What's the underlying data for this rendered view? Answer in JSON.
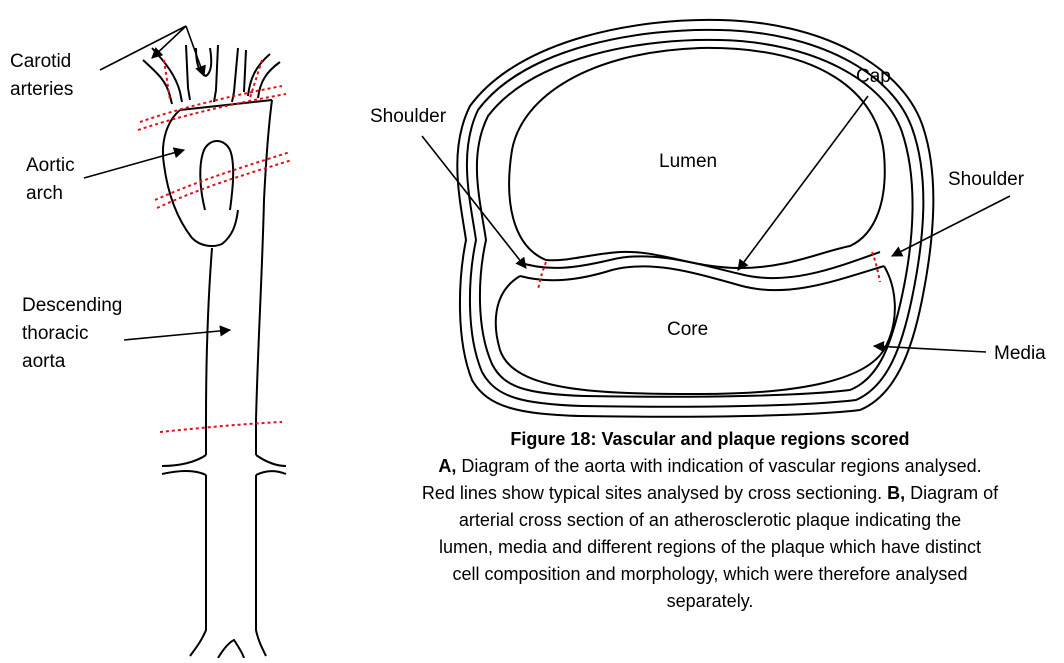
{
  "colors": {
    "outline": "#000000",
    "section_lines": "#e0101a"
  },
  "panel_a": {
    "labels": {
      "carotid": [
        "Carotid",
        "arteries"
      ],
      "arch": [
        "Aortic",
        "arch"
      ],
      "descending": [
        "Descending",
        "thoracic",
        "aorta"
      ]
    }
  },
  "panel_b": {
    "labels": {
      "shoulder_left": "Shoulder",
      "cap": "Cap",
      "lumen": "Lumen",
      "shoulder_right": "Shoulder",
      "core": "Core",
      "media": "Media"
    }
  },
  "caption": {
    "title": "Figure 18: Vascular and plaque regions scored",
    "line1_a": "A,",
    "line1_b": " Diagram of the aorta with indication of vascular regions analysed.",
    "line2_a": "Red lines show typical sites analysed by cross sectioning. ",
    "line2_b": "B,",
    "line2_c": " Diagram of",
    "line3": "arterial cross section of an atherosclerotic plaque indicating the",
    "line4": "lumen, media and different regions of the plaque which have distinct",
    "line5": "cell composition and morphology, which were therefore analysed",
    "line6": "separately."
  }
}
